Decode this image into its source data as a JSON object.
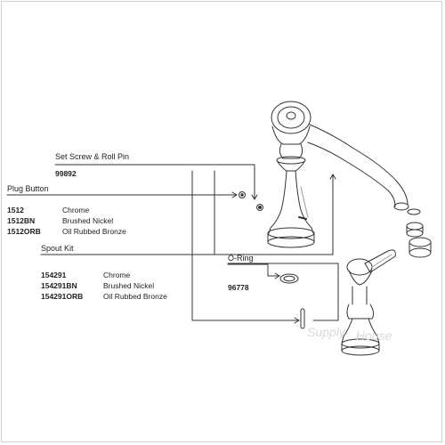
{
  "callouts": {
    "set_screw": {
      "title": "Set Screw & Roll Pin",
      "part": "99892"
    },
    "plug_button": {
      "title": "Plug Button",
      "parts": [
        {
          "code": "1512",
          "finish": "Chrome"
        },
        {
          "code": "1512BN",
          "finish": "Brushed Nickel"
        },
        {
          "code": "1512ORB",
          "finish": "Oil Rubbed Bronze"
        }
      ]
    },
    "spout_kit": {
      "title": "Spout Kit",
      "parts": [
        {
          "code": "154291",
          "finish": "Chrome"
        },
        {
          "code": "154291BN",
          "finish": "Brushed Nickel"
        },
        {
          "code": "154291ORB",
          "finish": "Oil Rubbed Bronze"
        }
      ]
    },
    "o_ring": {
      "title": "O-Ring",
      "part": "96778"
    }
  },
  "colors": {
    "line": "#333333",
    "text": "#222222",
    "watermark": "#d9d9d9"
  },
  "icons": {
    "faucet": "faucet-body-icon",
    "spout": "spout-icon",
    "handle": "handle-valve-icon"
  }
}
